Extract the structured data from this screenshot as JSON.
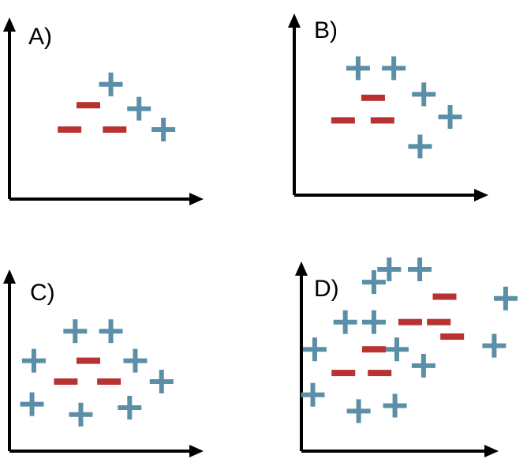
{
  "colors": {
    "plus": "#5b8fa8",
    "minus": "#b83232",
    "axis": "#000000"
  },
  "icons": {
    "plus": "plus-icon",
    "minus": "minus-icon",
    "axis_arrow": "arrow-icon"
  },
  "panels": [
    {
      "label": "A)",
      "plus": [
        [
          0.54,
          0.34
        ],
        [
          0.69,
          0.48
        ],
        [
          0.82,
          0.6
        ]
      ],
      "minus": [
        [
          0.42,
          0.46
        ],
        [
          0.32,
          0.6
        ],
        [
          0.56,
          0.6
        ]
      ]
    },
    {
      "label": "B)",
      "plus": [
        [
          0.34,
          0.27
        ],
        [
          0.53,
          0.27
        ],
        [
          0.69,
          0.42
        ],
        [
          0.83,
          0.55
        ],
        [
          0.67,
          0.72
        ]
      ],
      "minus": [
        [
          0.42,
          0.44
        ],
        [
          0.26,
          0.57
        ],
        [
          0.47,
          0.57
        ]
      ]
    },
    {
      "label": "C)",
      "plus": [
        [
          0.35,
          0.31
        ],
        [
          0.54,
          0.31
        ],
        [
          0.13,
          0.48
        ],
        [
          0.67,
          0.48
        ],
        [
          0.81,
          0.6
        ],
        [
          0.12,
          0.73
        ],
        [
          0.38,
          0.79
        ],
        [
          0.64,
          0.75
        ]
      ],
      "minus": [
        [
          0.42,
          0.48
        ],
        [
          0.3,
          0.6
        ],
        [
          0.53,
          0.6
        ]
      ]
    },
    {
      "label": "D)",
      "plus": [
        [
          0.46,
          0.0
        ],
        [
          0.62,
          0.0
        ],
        [
          0.38,
          0.07
        ],
        [
          1.07,
          0.16
        ],
        [
          0.23,
          0.29
        ],
        [
          0.38,
          0.29
        ],
        [
          1.01,
          0.42
        ],
        [
          0.07,
          0.44
        ],
        [
          0.5,
          0.44
        ],
        [
          0.64,
          0.53
        ],
        [
          0.06,
          0.69
        ],
        [
          0.3,
          0.78
        ],
        [
          0.49,
          0.75
        ]
      ],
      "minus": [
        [
          0.75,
          0.15
        ],
        [
          0.57,
          0.29
        ],
        [
          0.72,
          0.29
        ],
        [
          0.79,
          0.37
        ],
        [
          0.38,
          0.44
        ],
        [
          0.22,
          0.57
        ],
        [
          0.41,
          0.57
        ]
      ]
    }
  ]
}
